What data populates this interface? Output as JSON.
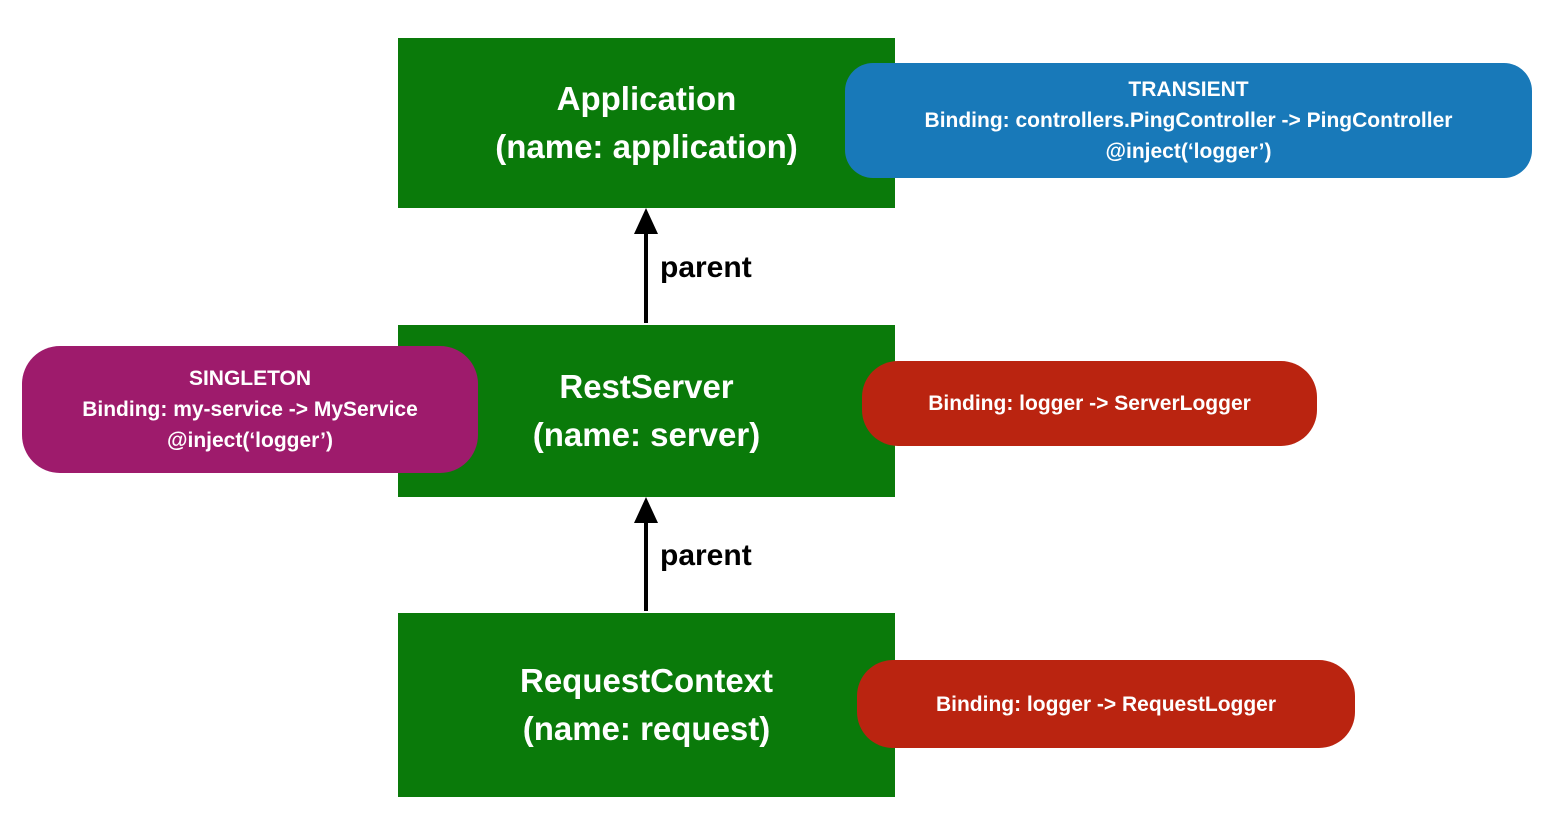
{
  "diagram": {
    "description": "Context hierarchy diagram with binding notes",
    "colors": {
      "context_box_green": "#0a7a0a",
      "transient_note_blue": "#1879b9",
      "singleton_note_purple": "#9e1b6c",
      "binding_note_red": "#ba2410",
      "arrow_black": "#000000",
      "background": "#ffffff",
      "text_white": "#ffffff"
    },
    "contexts": {
      "application": {
        "title": "Application",
        "subtitle": "(name: application)"
      },
      "server": {
        "title": "RestServer",
        "subtitle": "(name: server)"
      },
      "request": {
        "title": "RequestContext",
        "subtitle": "(name: request)"
      }
    },
    "notes": {
      "transient": {
        "scope": "TRANSIENT",
        "binding": "Binding: controllers.PingController -> PingController",
        "inject": "@inject(‘logger’)"
      },
      "singleton": {
        "scope": "SINGLETON",
        "binding": "Binding: my-service -> MyService",
        "inject": "@inject(‘logger’)"
      },
      "server_binding": {
        "binding": "Binding: logger -> ServerLogger"
      },
      "request_binding": {
        "binding": "Binding: logger -> RequestLogger"
      }
    },
    "arrows": {
      "app_server": {
        "label": "parent"
      },
      "server_request": {
        "label": "parent"
      }
    }
  }
}
